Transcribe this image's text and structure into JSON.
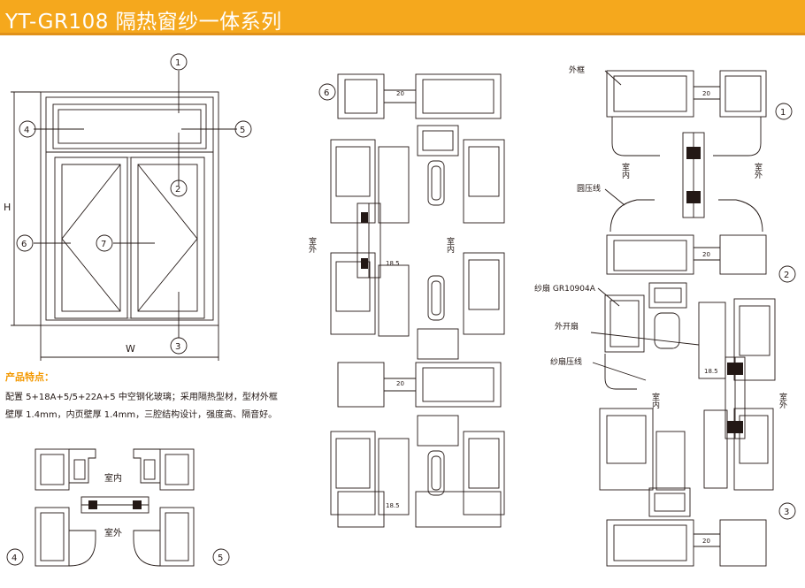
{
  "header": {
    "title": "YT-GR108 隔热窗纱一体系列"
  },
  "features": {
    "title": "产品特点：",
    "lines": [
      "配置 5+18A+5/5+22A+5 中空钢化玻璃；采用隔热型材，型材外框",
      "壁厚 1.4mm，内页壁厚 1.4mm，三腔结构设计，强度高、隔音好。"
    ]
  },
  "elevation": {
    "height_label": "H",
    "width_label": "W",
    "callouts": [
      "1",
      "2",
      "3",
      "4",
      "5",
      "6",
      "7"
    ]
  },
  "section_45": {
    "indoor": "室内",
    "outdoor": "室外",
    "num_left": "4",
    "num_right": "5"
  },
  "section_6": {
    "num": "6",
    "outdoor": "室外",
    "indoor": "室内",
    "dim_20": "20",
    "dim_185": "18.5"
  },
  "section_123": {
    "label_outer_frame": "外框",
    "label_bead": "圆压线",
    "label_screen_sash": "纱扇 GR10904A",
    "label_casement": "外开扇",
    "label_screen_bead": "纱扇压线",
    "indoor": "室内",
    "outdoor": "室外",
    "num1": "1",
    "num2": "2",
    "num3": "3",
    "dim_20": "20",
    "dim_185": "18.5"
  },
  "colors": {
    "header_bg": "#f5a81d",
    "accent_text": "#f39800",
    "line": "#231815"
  }
}
